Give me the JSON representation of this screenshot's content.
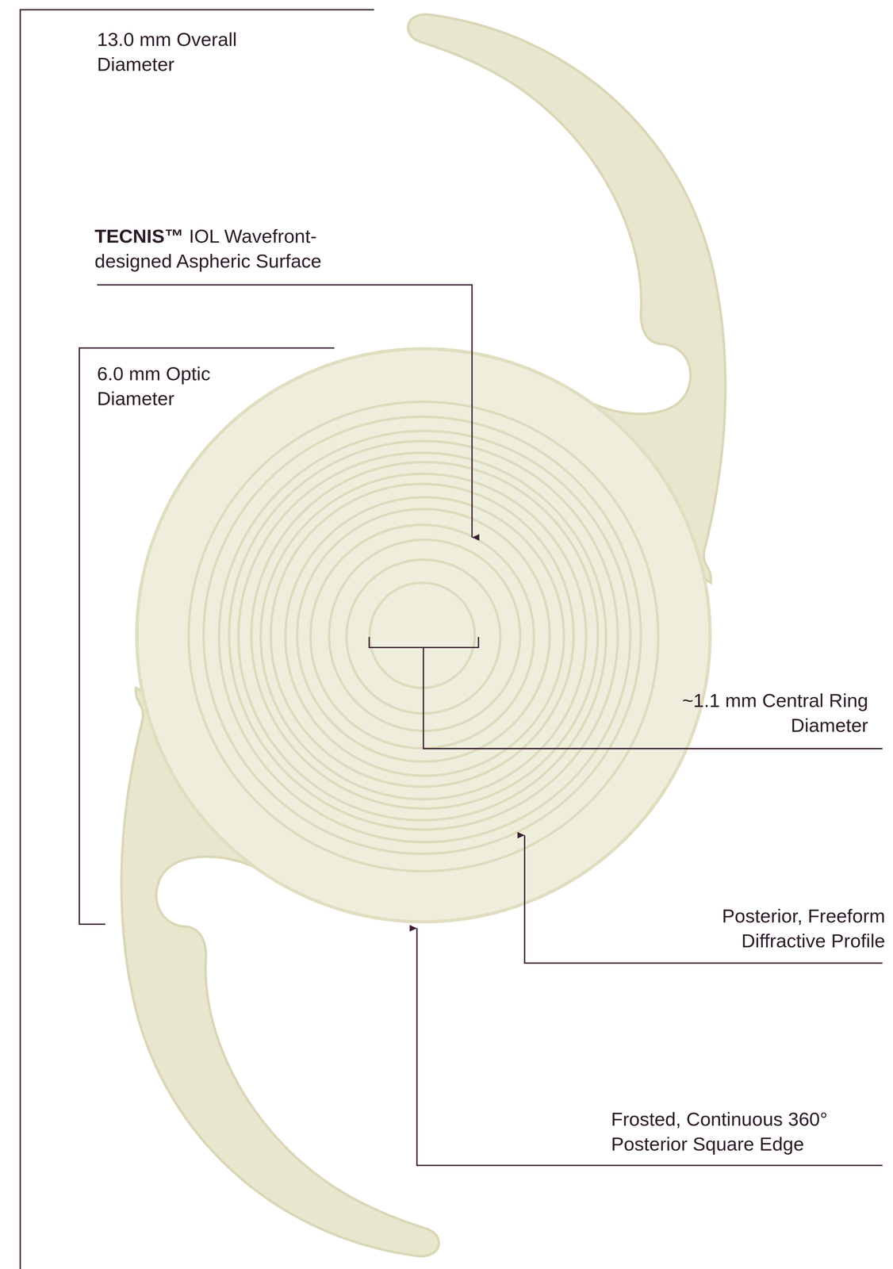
{
  "diagram": {
    "labels": [
      "13.0 mm Overall Diameter",
      "TECNIS™",
      "IOL Wavefront-designed Aspheric Surface",
      "6.0 mm Optic Diameter",
      "~1.1 mm Central Ring Diameter",
      "Posterior, Freeform Diffractive Profile",
      "Frosted, Continuous 360° Posterior Square Edge"
    ]
  }
}
